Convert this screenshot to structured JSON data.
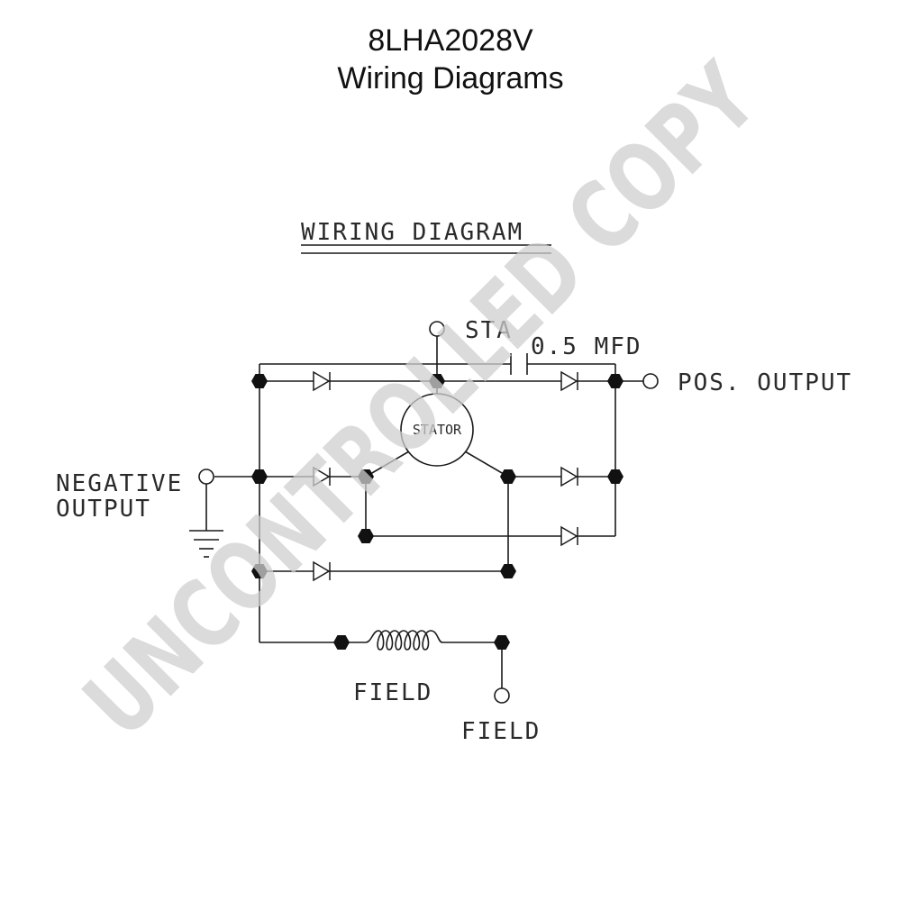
{
  "header": {
    "model": "8LHA2028V",
    "subtitle": "Wiring Diagrams"
  },
  "diagram": {
    "heading": "WIRING DIAGRAM",
    "labels": {
      "sta": "STA",
      "capacitor": "0.5 MFD",
      "pos_output": "POS. OUTPUT",
      "negative": "NEGATIVE",
      "output": "OUTPUT",
      "stator": "STATOR",
      "field_coil": "FIELD",
      "field_terminal": "FIELD"
    }
  },
  "watermark": "UNCONTROLLED COPY"
}
